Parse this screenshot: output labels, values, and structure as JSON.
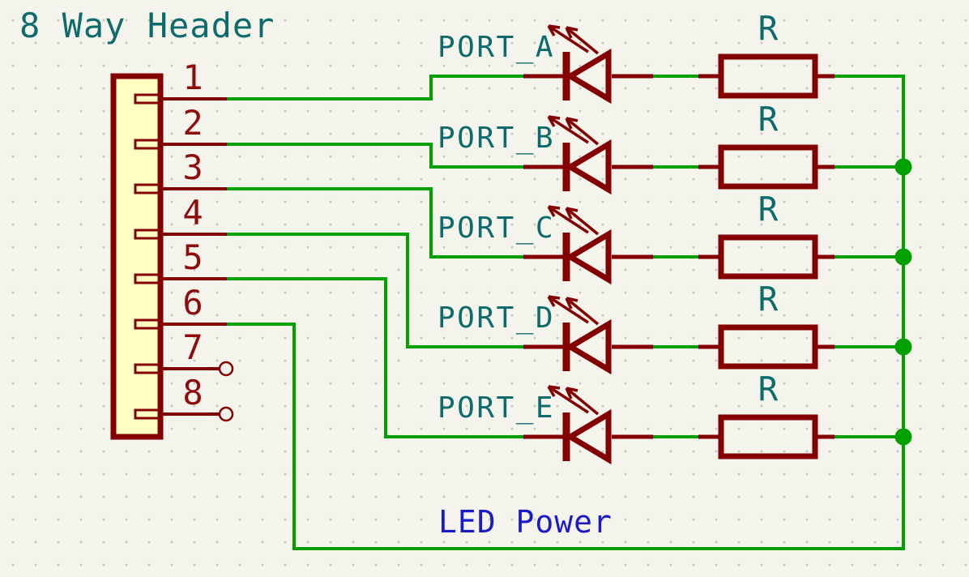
{
  "schematic": {
    "title": "8 Way Header",
    "connector": {
      "pins": [
        "1",
        "2",
        "3",
        "4",
        "5",
        "6",
        "7",
        "8"
      ]
    },
    "rows": [
      {
        "port": "PORT_A",
        "resistor": "R"
      },
      {
        "port": "PORT_B",
        "resistor": "R"
      },
      {
        "port": "PORT_C",
        "resistor": "R"
      },
      {
        "port": "PORT_D",
        "resistor": "R"
      },
      {
        "port": "PORT_E",
        "resistor": "R"
      }
    ],
    "power_net": "LED Power"
  },
  "colors": {
    "background": "#F4F4EC",
    "grid_dot": "#C6C6C6",
    "wire": "#00A000",
    "junction": "#00A000",
    "symbol_outline": "#840000",
    "symbol_fill": "#FFFFC2",
    "pin_number": "#8F0C0C",
    "field_text": "#0E6B6B",
    "net_label": "#1A1AC8"
  }
}
